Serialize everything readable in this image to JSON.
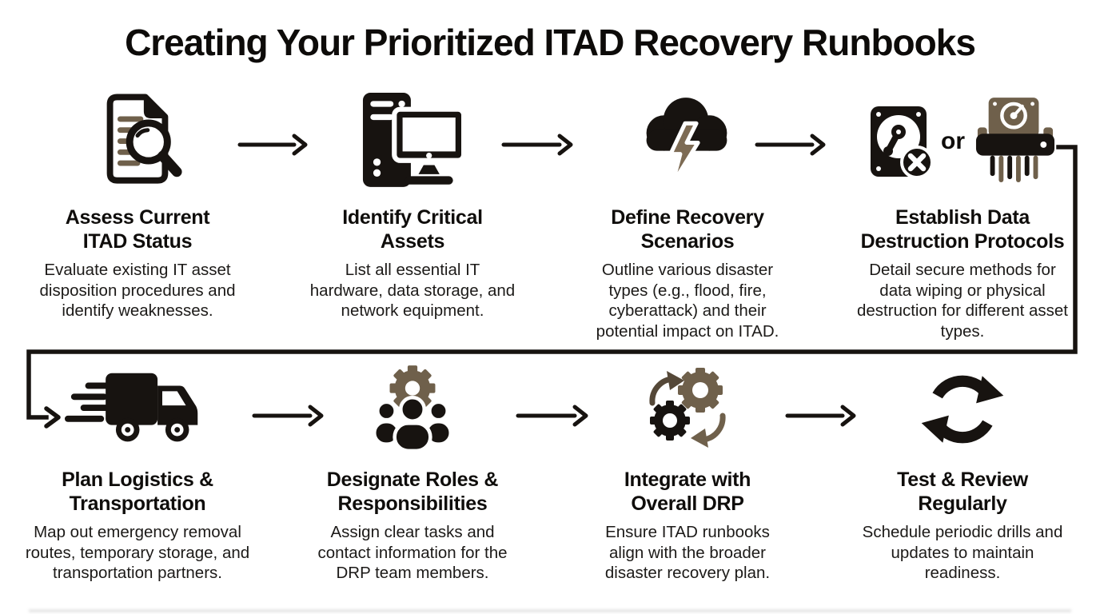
{
  "title": "Creating Your Prioritized ITAD Recovery Runbooks",
  "or_label": "or",
  "colors": {
    "ink": "#171310",
    "brown": "#6f604b",
    "background": "#ffffff"
  },
  "steps": [
    {
      "title": "Assess Current\nITAD Status",
      "description": "Evaluate existing IT asset disposition procedures and identify weaknesses.",
      "icon": "document-search-icon"
    },
    {
      "title": "Identify Critical\nAssets",
      "description": "List all essential IT hardware, data storage, and network equipment.",
      "icon": "computer-icon"
    },
    {
      "title": "Define Recovery\nScenarios",
      "description": "Outline various disaster types (e.g., flood, fire, cyberattack) and their potential impact on ITAD.",
      "icon": "storm-cloud-lightning-icon"
    },
    {
      "title": "Establish Data\nDestruction Protocols",
      "description": "Detail secure methods for data wiping or physical destruction for different asset types.",
      "icon": "hard-drive-or-shredder-icon"
    },
    {
      "title": "Plan Logistics &\nTransportation",
      "description": "Map out emergency removal routes, temporary storage, and transportation partners.",
      "icon": "delivery-truck-icon"
    },
    {
      "title": "Designate Roles &\nResponsibilities",
      "description": "Assign clear tasks and contact information for the DRP team members.",
      "icon": "team-gear-icon"
    },
    {
      "title": "Integrate with\nOverall DRP",
      "description": "Ensure ITAD runbooks align with the broader disaster recovery plan.",
      "icon": "gears-sync-icon"
    },
    {
      "title": "Test & Review\nRegularly",
      "description": "Schedule periodic drills and updates to maintain readiness.",
      "icon": "refresh-cycle-icon"
    }
  ]
}
